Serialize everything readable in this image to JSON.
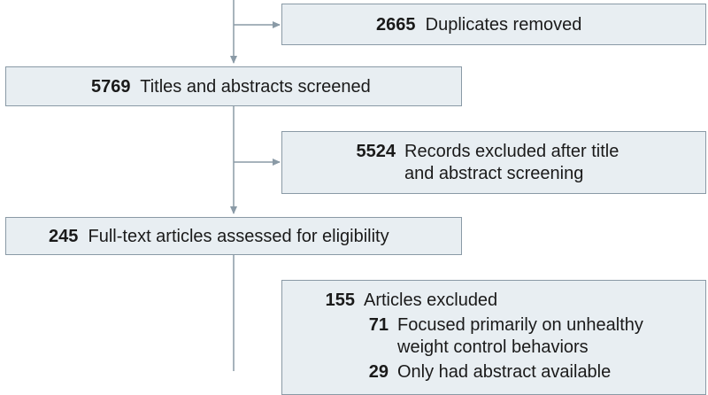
{
  "flow": {
    "duplicates": {
      "count": "2665",
      "label": "Duplicates removed"
    },
    "screened": {
      "count": "5769",
      "label": "Titles and abstracts screened"
    },
    "excluded_screening": {
      "count": "5524",
      "label_line1": "Records excluded after title",
      "label_line2": "and abstract screening"
    },
    "fulltext": {
      "count": "245",
      "label": "Full-text articles assessed for eligibility"
    },
    "excluded_articles": {
      "count": "155",
      "label": "Articles excluded",
      "reasons": [
        {
          "count": "71",
          "label_line1": "Focused primarily on unhealthy",
          "label_line2": "weight control behaviors"
        },
        {
          "count": "29",
          "label_line1": "Only had abstract available"
        }
      ]
    }
  }
}
